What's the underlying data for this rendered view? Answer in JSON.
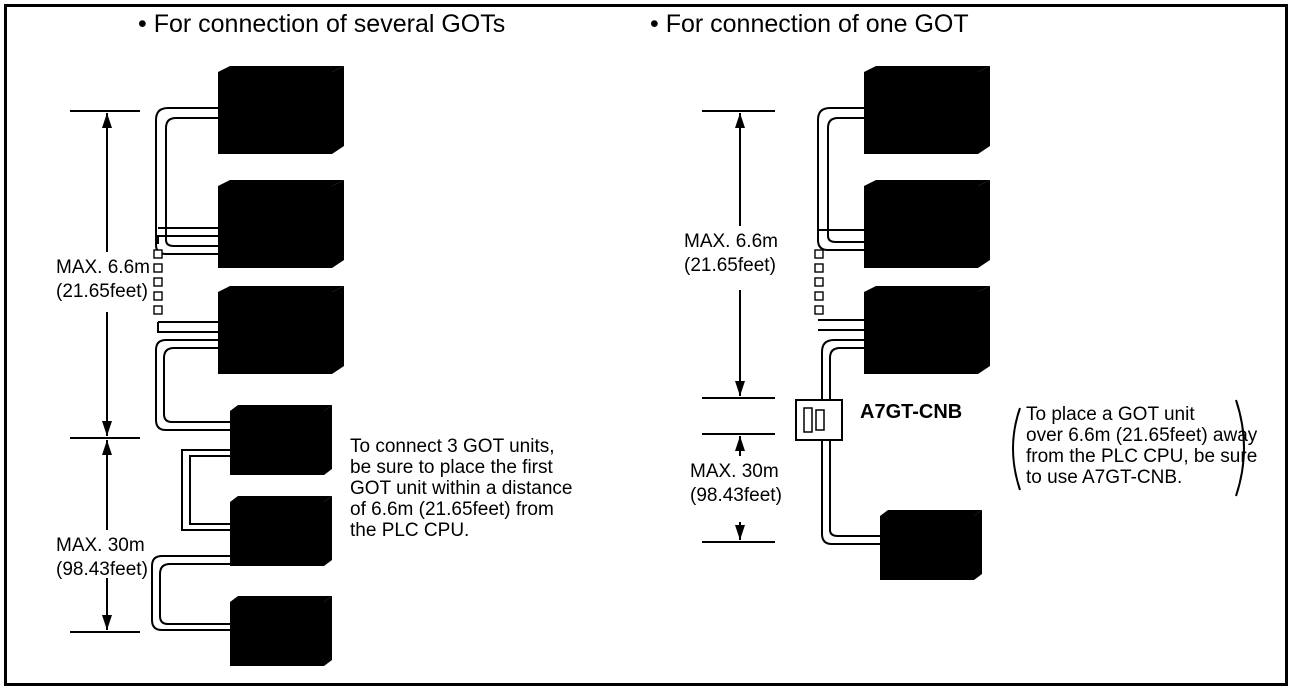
{
  "left_panel": {
    "heading": "• For connection of several GOTs",
    "dim_upper": [
      "MAX. 6.6m",
      "(21.65feet)"
    ],
    "dim_lower": [
      "MAX. 30m",
      "(98.43feet)"
    ],
    "note": [
      "To connect 3 GOT units,",
      "be sure to place the first",
      "GOT unit within a distance",
      "of 6.6m (21.65feet) from",
      "the PLC CPU."
    ]
  },
  "right_panel": {
    "heading": "• For connection of one GOT",
    "dim_upper": [
      "MAX. 6.6m",
      "(21.65feet)"
    ],
    "dim_lower": [
      "MAX. 30m",
      "(98.43feet)"
    ],
    "converter_label": "A7GT-CNB",
    "note": [
      "To place a GOT unit",
      "over 6.6m (21.65feet) away",
      "from the PLC CPU, be sure",
      "to use A7GT-CNB."
    ]
  }
}
